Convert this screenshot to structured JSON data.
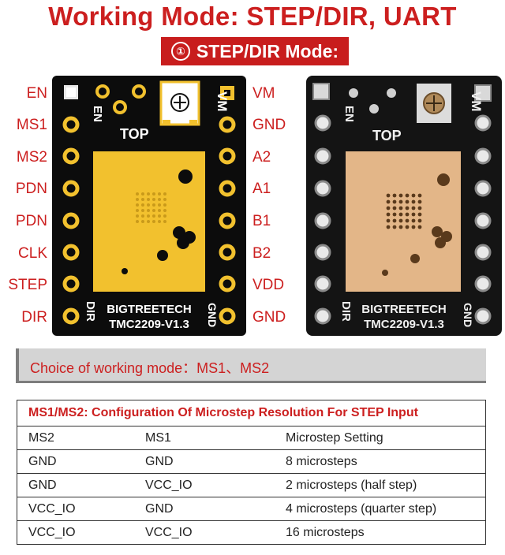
{
  "title": "Working Mode: STEP/DIR, UART",
  "subtitle": {
    "number": "①",
    "text": "STEP/DIR Mode:"
  },
  "left_pins": [
    "EN",
    "MS1",
    "MS2",
    "PDN",
    "PDN",
    "CLK",
    "STEP",
    "DIR"
  ],
  "right_pins": [
    "VM",
    "GND",
    "A2",
    "A1",
    "B1",
    "B2",
    "VDD",
    "GND"
  ],
  "board": {
    "silk_vm": "VM",
    "silk_en": "EN",
    "silk_top": "TOP",
    "silk_dir": "DIR",
    "silk_gnd": "GND",
    "brand": "BIGTREETECH",
    "model": "TMC2209-V1.3"
  },
  "mode_text": "Choice of working mode：MS1、MS2",
  "table": {
    "caption": "MS1/MS2: Configuration Of Microstep Resolution For STEP Input",
    "header": [
      "MS2",
      "MS1",
      "Microstep Setting"
    ],
    "rows": [
      [
        "GND",
        "GND",
        "8 microsteps"
      ],
      [
        "GND",
        "VCC_IO",
        "2 microsteps (half step)"
      ],
      [
        "VCC_IO",
        "GND",
        "4 microsteps (quarter step)"
      ],
      [
        "VCC_IO",
        "VCC_IO",
        "16 microsteps"
      ]
    ]
  },
  "colors": {
    "accent": "#cc1f1f",
    "board": "#0c0c0c",
    "gold": "#f2c12e",
    "copper": "#e3b688"
  }
}
